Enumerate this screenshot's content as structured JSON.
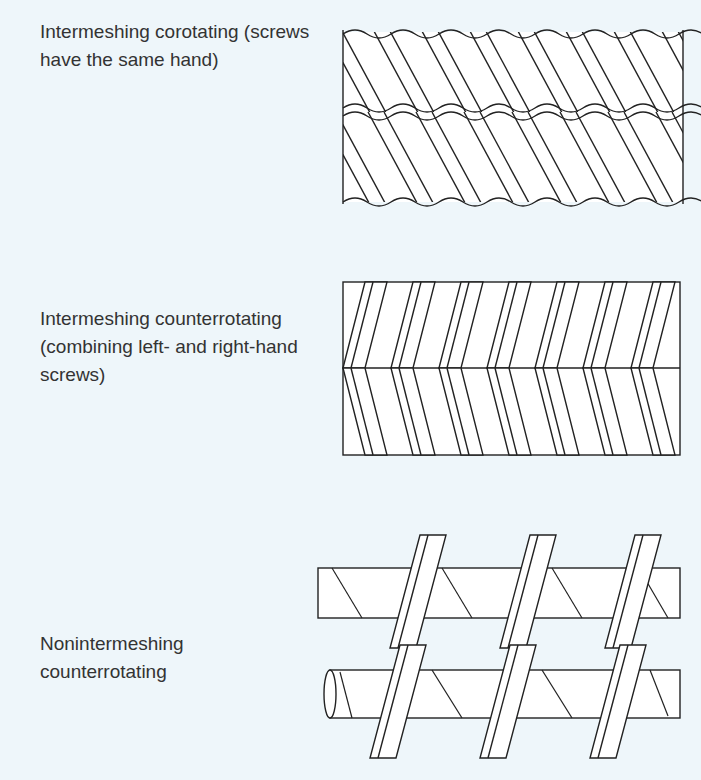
{
  "diagram": {
    "labels": [
      "Intermeshing corotating (screws have the same hand)",
      "Intermeshing counterrotating (combining left- and right-hand screws)",
      "Nonintermeshing counterrotating"
    ]
  }
}
